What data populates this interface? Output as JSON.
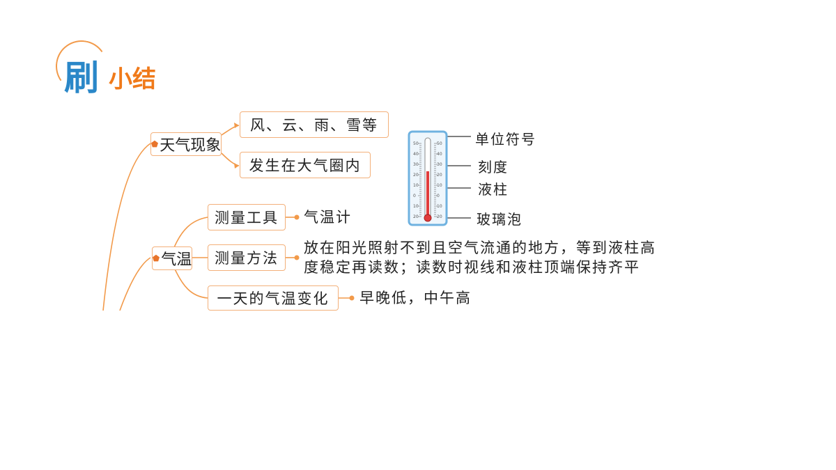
{
  "header": {
    "logo_char": "刷",
    "title": "小结"
  },
  "mindmap": {
    "weather": {
      "label": "天气现象",
      "children": [
        "风、云、雨、雪等",
        "发生在大气圈内"
      ]
    },
    "temperature": {
      "label": "气温",
      "tool": {
        "label": "测量工具",
        "value": "气温计"
      },
      "method": {
        "label": "测量方法",
        "value_line1": "放在阳光照射不到且空气流通的地方，等到液柱高",
        "value_line2": "度稳定再读数；读数时视线和液柱顶端保持齐平"
      },
      "change": {
        "label": "一天的气温变化",
        "value": "早晚低，中午高"
      }
    }
  },
  "thermometer": {
    "labels": [
      "单位符号",
      "刻度",
      "液柱",
      "玻璃泡"
    ],
    "scale": [
      "50",
      "40",
      "30",
      "20",
      "10",
      "0",
      "10",
      "20"
    ],
    "colors": {
      "liquid": "#e03c3c",
      "frame": "#6fb2e0"
    }
  }
}
